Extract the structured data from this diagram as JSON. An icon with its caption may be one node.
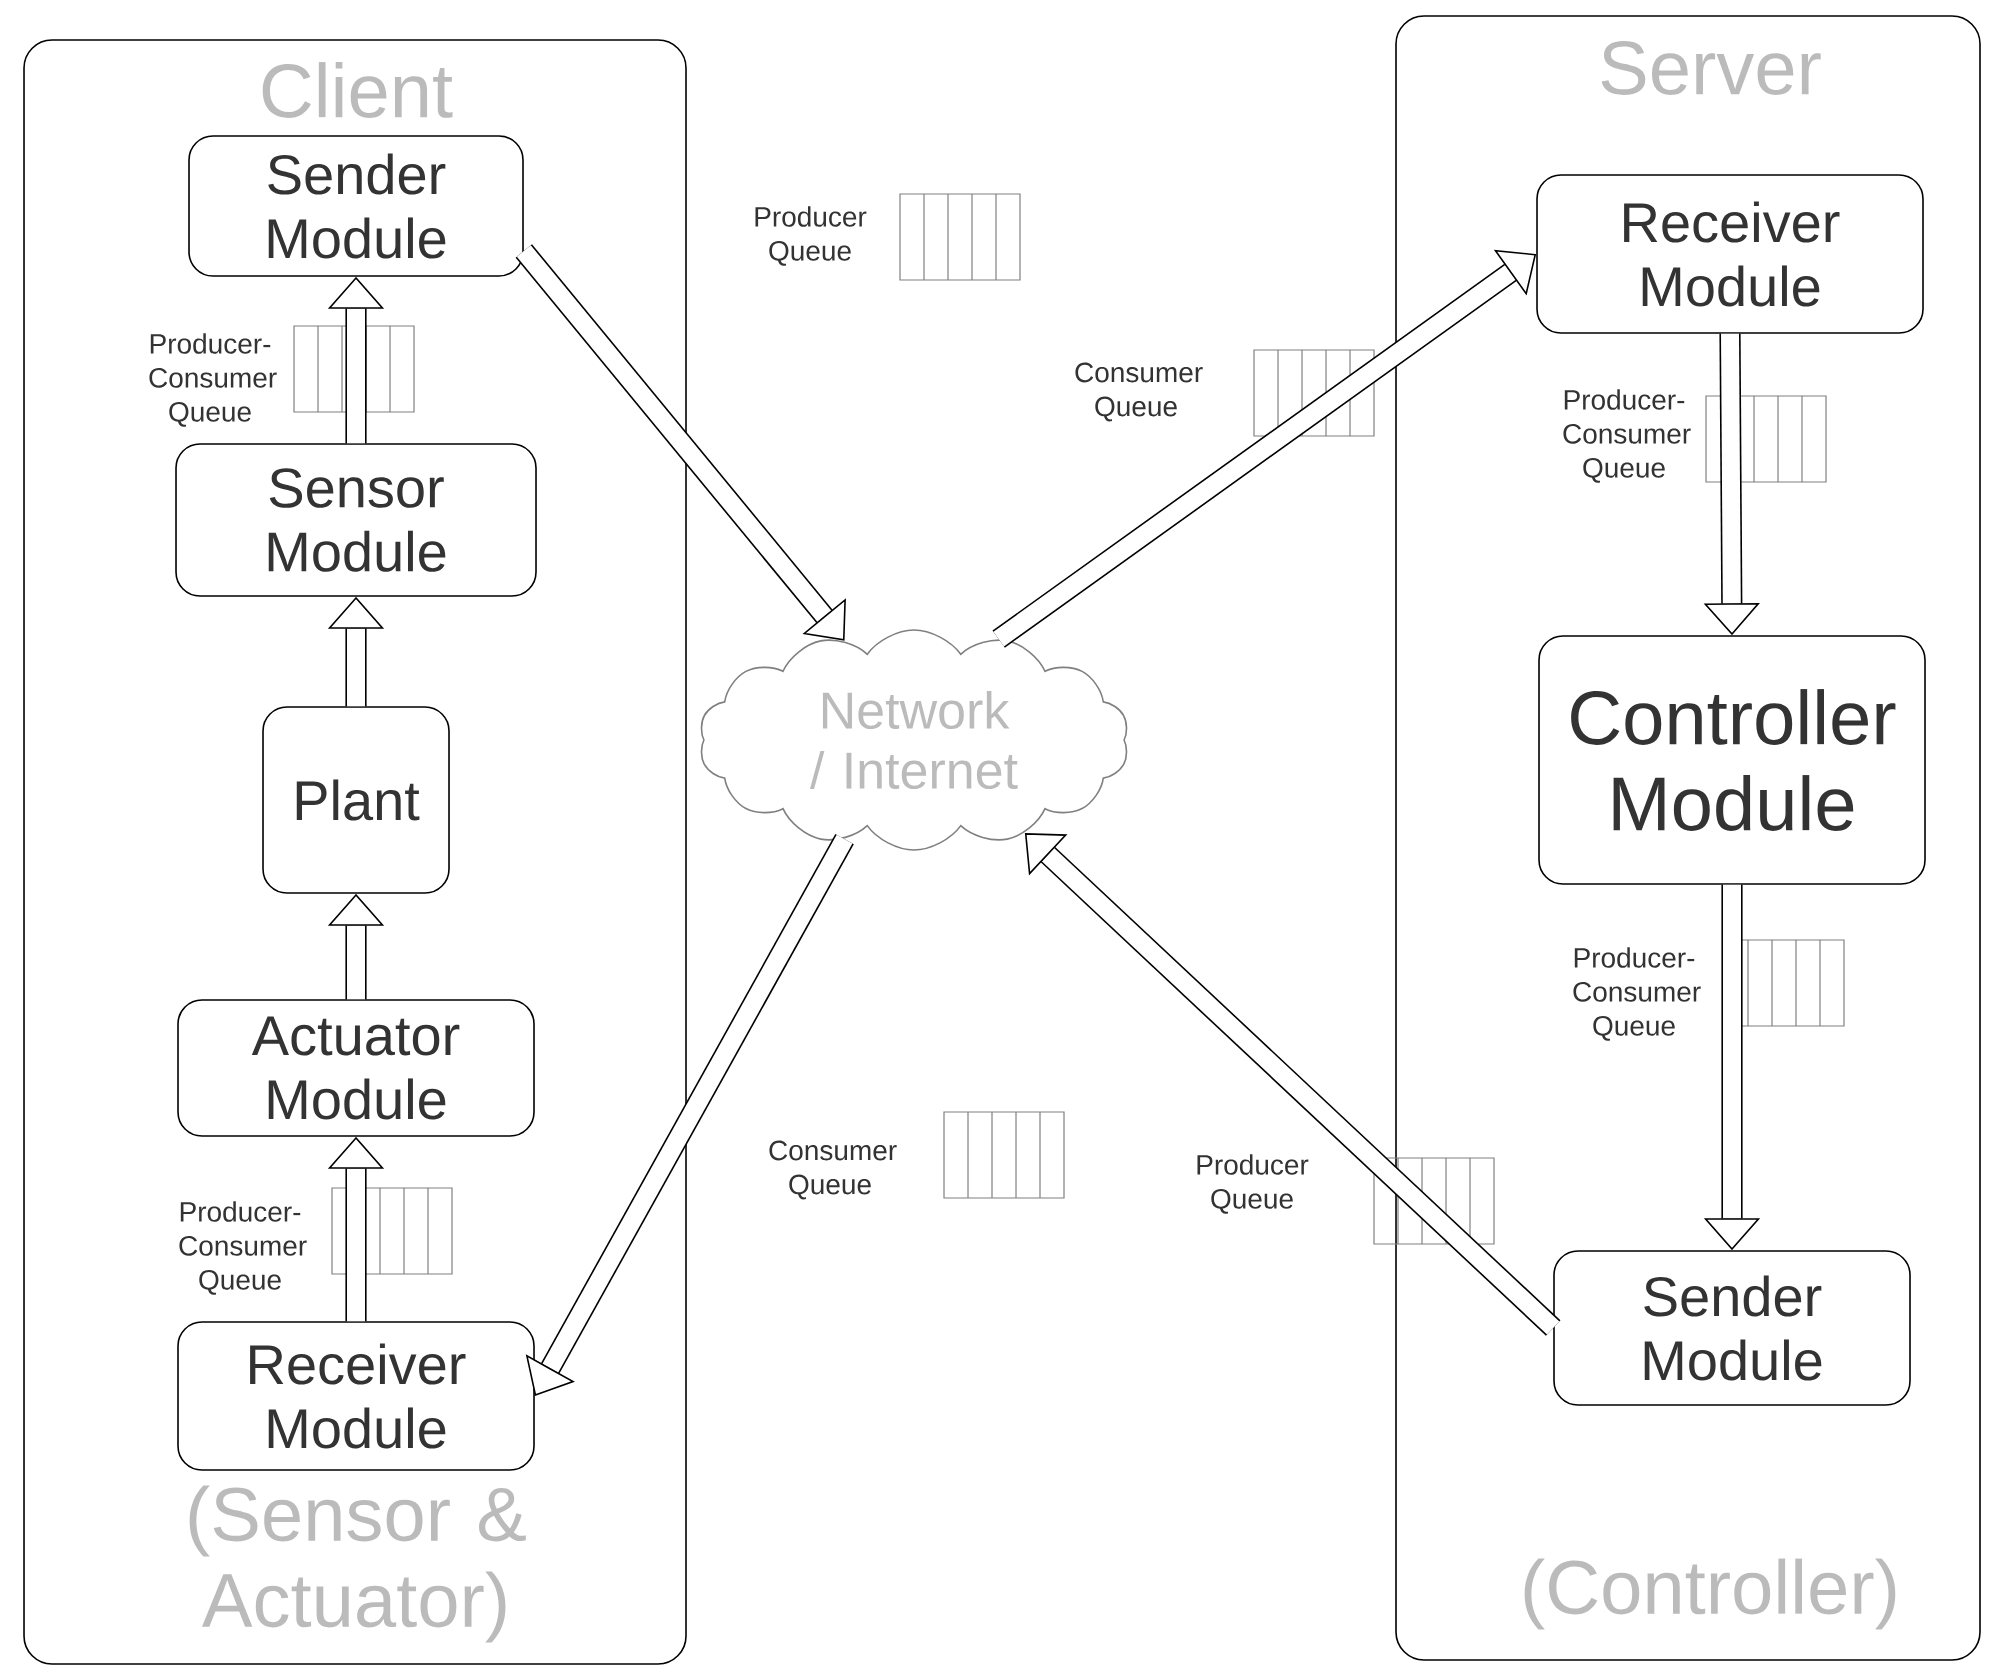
{
  "diagram": {
    "nodes": [
      {
        "text": [
          "Client",
          "(Sensor & Actuator)"
        ]
      },
      {
        "text": [
          "Sender Module"
        ],
        "in": 0
      },
      {
        "text": [
          "Sensor Module"
        ],
        "in": 0
      },
      {
        "text": [
          "Plant"
        ],
        "in": 0
      },
      {
        "text": [
          "Actuator Module"
        ],
        "in": 0
      },
      {
        "text": [
          "Receiver Module"
        ],
        "in": 0
      },
      {
        "text": [
          "Server",
          "(Controller)"
        ]
      },
      {
        "text": [
          "Receiver Module"
        ],
        "in": 6
      },
      {
        "text": [
          "Controller Module"
        ],
        "in": 6
      },
      {
        "text": [
          "Sender Module"
        ],
        "in": 6
      },
      {
        "text": [
          "Network / Internet"
        ]
      }
    ],
    "edges": [
      {
        "from": 2,
        "to": 1,
        "arrow": "to"
      },
      {
        "from": 3,
        "to": 2,
        "arrow": "to"
      },
      {
        "from": 4,
        "to": 3,
        "arrow": "to"
      },
      {
        "from": 5,
        "to": 4,
        "arrow": "to"
      },
      {
        "from": 1,
        "to": 10,
        "arrow": "to"
      },
      {
        "from": 10,
        "to": 5,
        "arrow": "to"
      },
      {
        "from": 10,
        "to": 7,
        "arrow": "to"
      },
      {
        "from": 7,
        "to": 8,
        "arrow": "to"
      },
      {
        "from": 8,
        "to": 9,
        "arrow": "to"
      },
      {
        "from": 9,
        "to": 10,
        "arrow": "to"
      }
    ],
    "labels": [
      "Producer Queue",
      "Producer-Consumer Queue",
      "Consumer Queue",
      "Producer-Consumer Queue",
      "Producer-Consumer Queue",
      "Consumer Queue",
      "Producer Queue",
      "Producer-Consumer Queue"
    ]
  }
}
